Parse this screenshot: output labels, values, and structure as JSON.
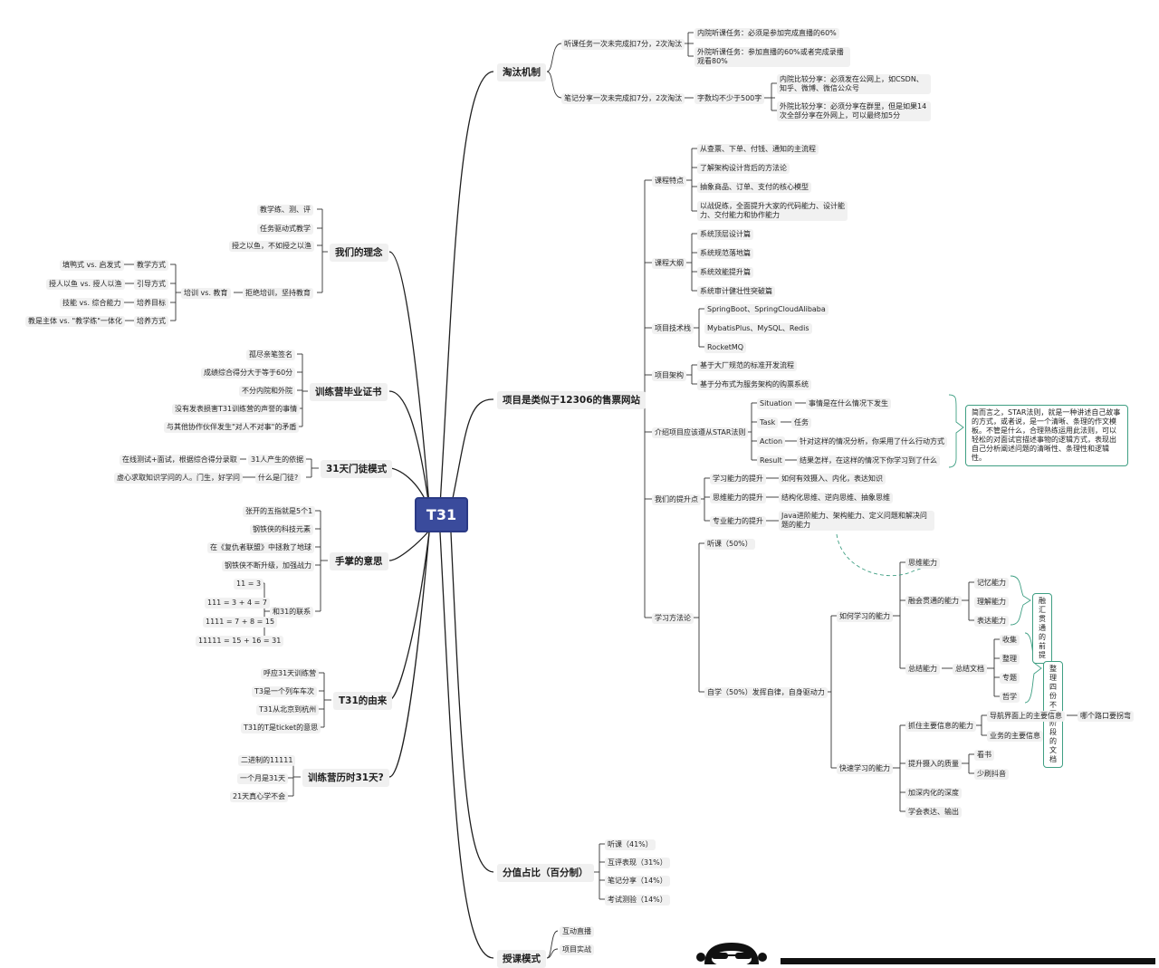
{
  "root": "T31",
  "branches": {
    "taotai": {
      "label": "淘汰机制",
      "tingke": "听课任务一次未完成扣7分，2次淘汰",
      "tingke_nei": "内院听课任务：必须是参加完成直播的60%",
      "tingke_wai": "外院听课任务：参加直播的60%或者完成录播观看80%",
      "biji": "笔记分享一次未完成扣7分，2次淘汰",
      "zishu": "字数均不少于500字",
      "biji_nei": "内院比较分享：必须发在公网上，如CSDN、知乎、微博、微信公众号",
      "biji_wai": "外院比较分享：必须分享在群里，但是如果14次全部分享在外网上，可以最终加5分"
    },
    "project": {
      "label": "项目是类似于12306的售票网站",
      "kc_label": "课程特点",
      "kc": [
        "从查票、下单、付钱、通知的主流程",
        "了解架构设计背后的方法论",
        "抽象商品、订单、支付的核心模型",
        "以战促练，全面提升大家的代码能力、设计能力、交付能力和协作能力"
      ],
      "dg_label": "课程大纲",
      "dg": [
        "系统顶层设计篇",
        "系统规范落地篇",
        "系统效能提升篇",
        "系统审计健壮性突破篇"
      ],
      "js_label": "项目技术栈",
      "js": [
        "SpringBoot、SpringCloudAlibaba",
        "MybatisPlus、MySQL、Redis",
        "RocketMQ"
      ],
      "jg_label": "项目架构",
      "jg": [
        "基于大厂规范的标准开发流程",
        "基于分布式为服务架构的购票系统"
      ],
      "star_label": "介绍项目应该遵从STAR法则",
      "star": [
        {
          "k": "Situation",
          "v": "事情是在什么情况下发生"
        },
        {
          "k": "Task",
          "v": "任务"
        },
        {
          "k": "Action",
          "v": "针对这样的情况分析，你采用了什么行动方式"
        },
        {
          "k": "Result",
          "v": "结果怎样，在这样的情况下你学习到了什么"
        }
      ],
      "star_summary": "简而言之，STAR法则，就是一种讲述自己故事的方式，或者说，是一个清晰、条理的作文模板。不管是什么，合理熟练运用此法则，可以轻松的对面试官描述事物的逻辑方式，表现出自己分析阐述问题的清晰性、条理性和逻辑性。",
      "ts_label": "我们的提升点",
      "ts": [
        {
          "k": "学习能力的提升",
          "v": "如何有效摄入、内化，表达知识"
        },
        {
          "k": "思维能力的提升",
          "v": "结构化思维、逆向思维、抽象思维"
        },
        {
          "k": "专业能力的提升",
          "v": "Java进阶能力、架构能力、定义问题和解决问题的能力"
        }
      ],
      "xx_label": "学习方法论",
      "tingke50": "听课（50%）",
      "zixue50": "自学（50%）发挥自律，自身驱动力",
      "ruhe": "如何学习的能力",
      "siwei": "思维能力",
      "ronghui": "融会贯通的能力",
      "ronghui_items": [
        "记忆能力",
        "理解能力",
        "表达能力"
      ],
      "ronghui_summary": "融汇贯通的前提",
      "zongjie": "总结能力",
      "zongjie_doc": "总结文档",
      "zongjie_items": [
        "收集",
        "整理",
        "专题",
        "哲学"
      ],
      "zongjie_summary": "整理四份不同阶段的文档",
      "kuaisu": "快速学习的能力",
      "zhuazhu": "抓住主要信息的能力",
      "daohang": "导航界面上的主要信息",
      "lukou": "哪个路口要拐弯",
      "yewu": "业务的主要信息",
      "sheru": "提升摄入的质量",
      "sheru_items": [
        "看书",
        "少刷抖音"
      ],
      "jiashen": "加深内化的深度",
      "biaoda": "学会表达、输出"
    },
    "score": {
      "label": "分值占比（百分制）",
      "items": [
        "听课（41%）",
        "互评表现（31%）",
        "笔记分享（14%）",
        "考试测验（14%）"
      ]
    },
    "teach": {
      "label": "授课模式",
      "items": [
        "互动直播",
        "项目实战"
      ]
    },
    "linian": {
      "label": "我们的理念",
      "items": [
        "教学练、测、评",
        "任务驱动式教学",
        "授之以鱼，不如授之以渔"
      ],
      "jujue": "拒绝培训，坚持教育",
      "peixun": "培训 vs. 教育",
      "pairs": [
        {
          "l": "填鸭式 vs. 启发式",
          "r": "教学方式"
        },
        {
          "l": "授人以鱼 vs. 授人以渔",
          "r": "引导方式"
        },
        {
          "l": "技能 vs. 综合能力",
          "r": "培养目标"
        },
        {
          "l": "教是主体 vs. \"教学练\"一体化",
          "r": "培养方式"
        }
      ]
    },
    "cert": {
      "label": "训练营毕业证书",
      "items": [
        "孤尽亲笔签名",
        "成绩综合得分大于等于60分",
        "不分内院和外院",
        "没有发表损害T31训练营的声誉的事情",
        "与其他协作伙伴发生\"对人不对事\"的矛盾"
      ]
    },
    "mentu": {
      "label": "31天门徒模式",
      "r1": "31人产生的依据",
      "l1": "在线测试+面试，根据综合得分录取",
      "r2": "什么是门徒?",
      "l2": "虚心求取知识学问的人。门生，好学问"
    },
    "shou": {
      "label": "手掌的意思",
      "items": [
        "张开的五指就是5个1",
        "钢铁侠的科技元素",
        "在《复仇者联盟》中拯救了地球",
        "钢铁侠不断升级，加强战力"
      ],
      "he31": "和31的联系",
      "eq": [
        "11 = 3",
        "111 = 3 + 4 = 7",
        "1111 = 7 + 8 = 15",
        "11111 = 15 + 16 = 31"
      ]
    },
    "youlai": {
      "label": "T31的由来",
      "items": [
        "呼应31天训练营",
        "T3是一个列车车次",
        "T31从北京到杭州",
        "T31的T是ticket的意思"
      ]
    },
    "days": {
      "label": "训练营历时31天?",
      "items": [
        "二进制的11111",
        "一个月是31天",
        "21天真心学不会"
      ]
    }
  }
}
